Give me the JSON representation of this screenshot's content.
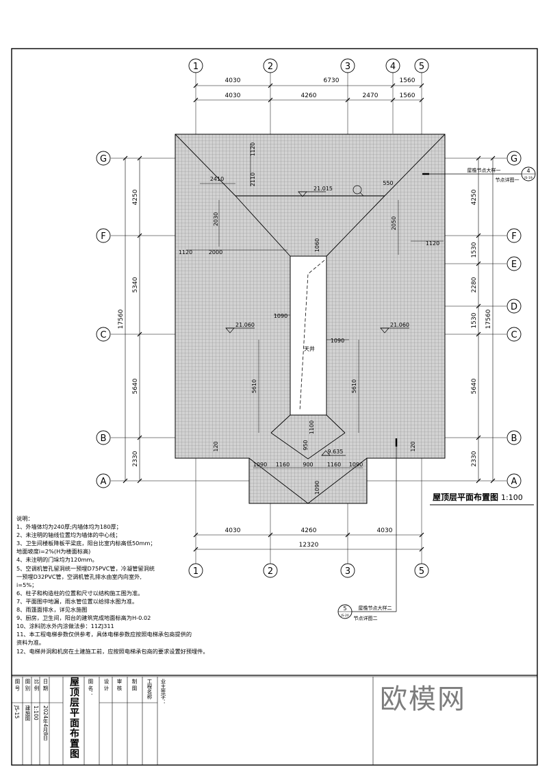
{
  "axes": {
    "columns": [
      "1",
      "2",
      "3",
      "4",
      "5"
    ],
    "rows": [
      "G",
      "F",
      "E",
      "D",
      "C",
      "B",
      "A"
    ]
  },
  "dimensions": {
    "top_row1": [
      "4030",
      "6730",
      "1560"
    ],
    "top_row2": [
      "4030",
      "4260",
      "2470",
      "1560"
    ],
    "bottom_row1": [
      "4030",
      "4260",
      "4030"
    ],
    "bottom_total": "12320",
    "left": [
      "4250",
      "5340",
      "5640",
      "2330"
    ],
    "left_total": "17560",
    "right": [
      "4250",
      "1530",
      "2280",
      "1530",
      "5640",
      "2330"
    ],
    "right_total": "17560"
  },
  "plan_labels": {
    "ridge_elev": "21.015",
    "eave_left": "21.060",
    "eave_right": "21.060",
    "porch_elev": "9.635",
    "lightwell": "天井",
    "d_1120_top": "1120",
    "d_2410": "2410",
    "d_2110": "2110",
    "d_550": "550",
    "d_2030": "2030",
    "d_2050": "2050",
    "d_1060": "1060",
    "d_1120_left": "1120",
    "d_2000": "2000",
    "d_1120_right": "1120",
    "d_1090_a": "1090",
    "d_1090_b": "1090",
    "d_5610_a": "5610",
    "d_5610_b": "5610",
    "d_1100": "1100",
    "d_950": "950",
    "d_120_a": "120",
    "d_120_b": "120",
    "d_1090_c": "1090",
    "d_1160_a": "1160",
    "d_900": "900",
    "d_1160_b": "1160",
    "d_1090_d": "1090",
    "d_1090_e": "1090"
  },
  "callouts": {
    "c1_title": "屋檐节点大样一",
    "c1_sub": "节点详图一",
    "c1_num": "4",
    "c1_ref": "JS-19",
    "c2_title": "屋檐节点大样二",
    "c2_sub": "节点详图二",
    "c2_num": "5",
    "c2_ref": "JS-20"
  },
  "drawing_title": "屋顶层平面布置图",
  "drawing_scale": "1:100",
  "notes": [
    "说明：",
    "1、外墙体均为240厚;内墙体均为180厚；",
    "2、未注明的轴线位置均为墙体的中心线；",
    "3、卫生间楼板降板平梁底，阳台比室内标高低50mm；",
    "   地面坡度i=2%(H为楼面标高)",
    "4、未注明的门垛均为120mm。",
    "5、空调机管孔留洞统一预埋D75PVC管，冷凝管留洞统",
    "   一预埋D32PVC管，空调机管孔排水由室内向室外,",
    "   i=5%；",
    "6、柱子和构造柱的位置和尺寸以结构施工图为准。",
    "7、平面图中地漏，雨水管位置以给排水图为准。",
    "8、雨篷面排水，详见水施图",
    "9、厨房，卫生间，阳台的建筑完成地面标高为H-0.02",
    "10、涂料防水外内涂做法参：11ZJ311",
    "11、本工程电梯参数仅供参考，具体电梯参数应按照电梯承包商提供的",
    "     资料为准。",
    "12、电梯井洞和机房在土建施工前，应按照电梯承包商的要求设置好预埋件。"
  ],
  "title_block": {
    "title": "屋顶层平面布置图",
    "date_label": "日  期",
    "date_value": "2024年4月8日",
    "scale_label": "比  例",
    "scale_value": "1:100",
    "drawing_type_label": "图  别",
    "drawing_type_value": "建施图",
    "drawing_no_label": "图  号",
    "drawing_no_value": "JS-15",
    "drawing_name_label": "图  名：",
    "design_label": "设  计",
    "check_label": "审  核",
    "draw_label": "制  图",
    "project_label": "工程名称",
    "owner_label": "业主签字："
  },
  "watermark": "欧模网",
  "colors": {
    "line": "#000000",
    "roof_fill": "#cfcfcf",
    "roof_grid": "#8a8a8a",
    "watermark": "#7d7d7d"
  }
}
